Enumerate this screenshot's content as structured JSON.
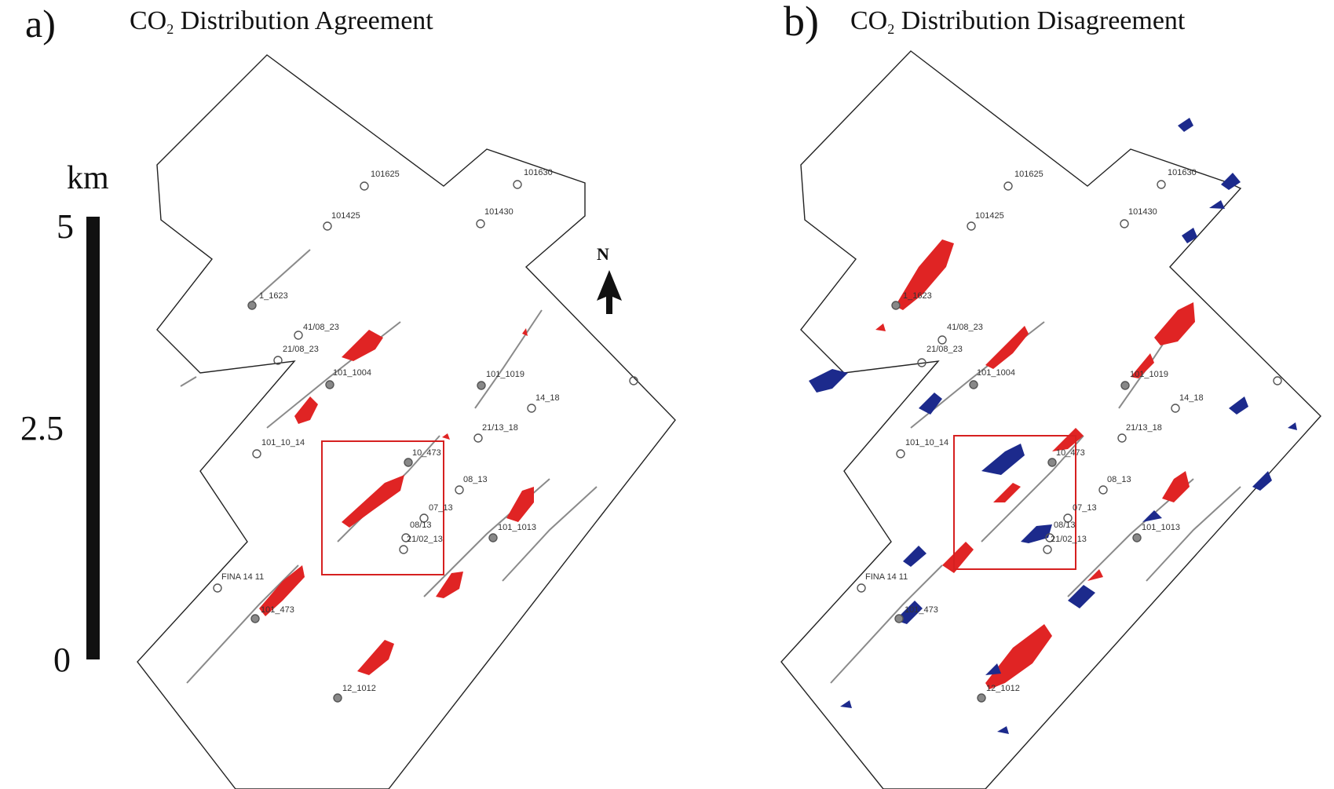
{
  "panels": [
    {
      "letter": "a)",
      "title_prefix": "CO",
      "title_sub": "2",
      "title_rest": " Distribution Agreement",
      "wells": [
        "101625",
        "101630",
        "101425",
        "101430",
        "1_1623",
        "41/08_23",
        "21/08_23",
        "101_1004",
        "101_1019",
        "14_18",
        "21/13_18",
        "101_10_14",
        "10_473",
        "08_13",
        "07_13",
        "08/13",
        "21/02_13",
        "101_1013",
        "FINA 14 11",
        "101_473",
        "12_1012"
      ],
      "legend": {
        "agreement_color": "#e02424"
      }
    },
    {
      "letter": "b)",
      "title_prefix": "CO",
      "title_sub": "2",
      "title_rest": " Distribution Disagreement",
      "wells": [
        "101625",
        "101630",
        "101425",
        "101430",
        "1_1623",
        "41/08_23",
        "21/08_23",
        "101_1004",
        "101_1019",
        "14_18",
        "21/13_18",
        "101_10_14",
        "10_473",
        "08_13",
        "07_13",
        "08/13",
        "21/02_13",
        "101_1013",
        "FINA 14 11",
        "101_473",
        "12_1012"
      ],
      "legend": {
        "red_color": "#e02424",
        "blue_color": "#1c2a8c"
      }
    }
  ],
  "scale": {
    "unit": "km",
    "ticks": [
      "5",
      "2.5",
      "0"
    ]
  },
  "north_arrow": {
    "label": "N"
  },
  "colors": {
    "outline": "#222222",
    "highlight_box": "#d62020",
    "red": "#e02424",
    "blue": "#1c2a8c",
    "fault": "#888888"
  }
}
